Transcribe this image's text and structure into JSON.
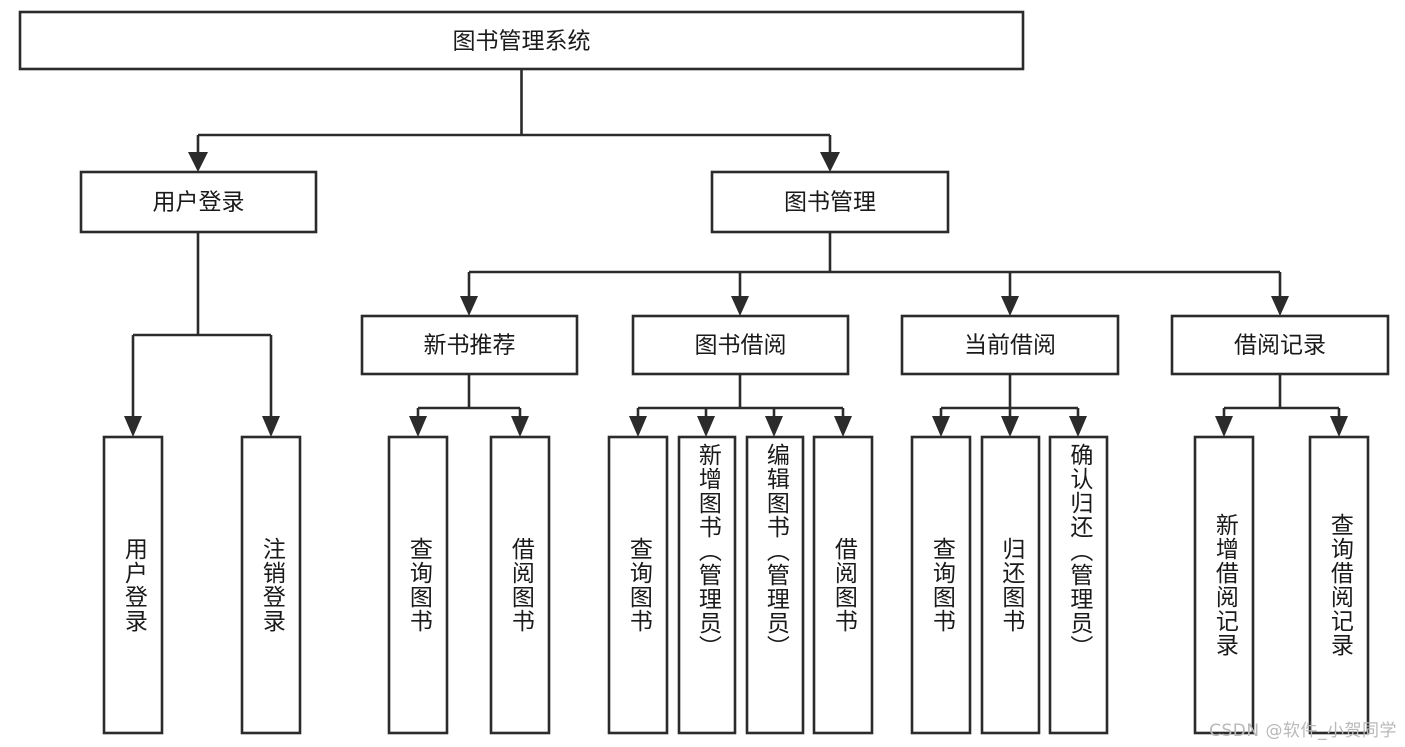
{
  "diagram": {
    "type": "tree",
    "title": "图书管理系统",
    "root": {
      "id": "root",
      "label": "图书管理系统",
      "orientation": "horizontal"
    },
    "level2": [
      {
        "id": "user-login",
        "label": "用户登录",
        "orientation": "horizontal"
      },
      {
        "id": "book-manage",
        "label": "图书管理",
        "orientation": "horizontal"
      }
    ],
    "level3": [
      {
        "id": "new-book-rec",
        "label": "新书推荐",
        "orientation": "horizontal",
        "parent": "book-manage"
      },
      {
        "id": "book-borrow",
        "label": "图书借阅",
        "orientation": "horizontal",
        "parent": "book-manage"
      },
      {
        "id": "current-borrow",
        "label": "当前借阅",
        "orientation": "horizontal",
        "parent": "book-manage"
      },
      {
        "id": "borrow-record",
        "label": "借阅记录",
        "orientation": "horizontal",
        "parent": "book-manage"
      }
    ],
    "leaves": [
      {
        "id": "leaf-user-login",
        "label": "用户登录",
        "parent": "user-login",
        "orientation": "vertical"
      },
      {
        "id": "leaf-user-logout",
        "label": "注销登录",
        "parent": "user-login",
        "orientation": "vertical"
      },
      {
        "id": "leaf-query-book-1",
        "label": "查询图书",
        "parent": "new-book-rec",
        "orientation": "vertical"
      },
      {
        "id": "leaf-borrow-book-1",
        "label": "借阅图书",
        "parent": "new-book-rec",
        "orientation": "vertical"
      },
      {
        "id": "leaf-query-book-2",
        "label": "查询图书",
        "parent": "book-borrow",
        "orientation": "vertical"
      },
      {
        "id": "leaf-add-book",
        "label": "新增图书（管理员）",
        "parent": "book-borrow",
        "orientation": "vertical"
      },
      {
        "id": "leaf-edit-book",
        "label": "编辑图书（管理员）",
        "parent": "book-borrow",
        "orientation": "vertical"
      },
      {
        "id": "leaf-borrow-book-2",
        "label": "借阅图书",
        "parent": "book-borrow",
        "orientation": "vertical"
      },
      {
        "id": "leaf-query-book-3",
        "label": "查询图书",
        "parent": "current-borrow",
        "orientation": "vertical"
      },
      {
        "id": "leaf-return-book",
        "label": "归还图书",
        "parent": "current-borrow",
        "orientation": "vertical"
      },
      {
        "id": "leaf-confirm-return",
        "label": "确认归还（管理员）",
        "parent": "current-borrow",
        "orientation": "vertical"
      },
      {
        "id": "leaf-add-record",
        "label": "新增借阅记录",
        "parent": "borrow-record",
        "orientation": "vertical"
      },
      {
        "id": "leaf-query-record",
        "label": "查询借阅记录",
        "parent": "borrow-record",
        "orientation": "vertical"
      }
    ],
    "colors": {
      "box_stroke": "#2b2b2b",
      "box_fill": "#ffffff",
      "text": "#1a1a1a",
      "background": "#ffffff",
      "watermark": "#b9b9b9"
    }
  },
  "watermark": {
    "text": "CSDN @软件_小贺同学"
  }
}
